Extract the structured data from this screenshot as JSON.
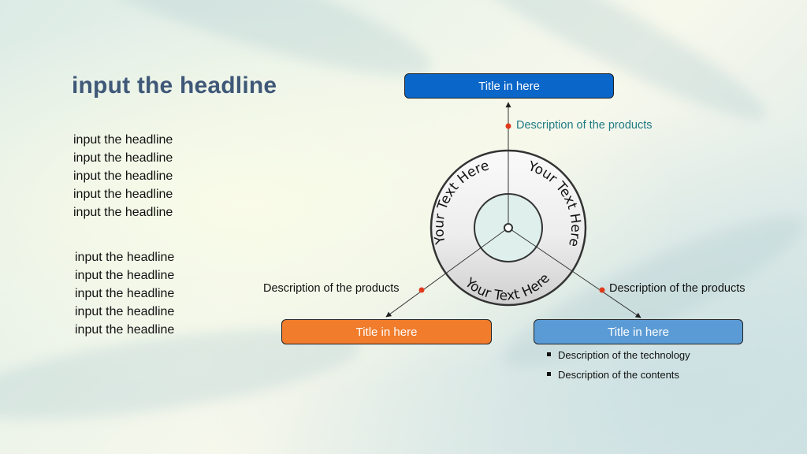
{
  "headline": "input the headline",
  "left_block_1": [
    "input the headline",
    "input the headline",
    "input the headline",
    "input the headline",
    "input the headline"
  ],
  "left_block_2": [
    "input the headline",
    "input the headline",
    "input the headline",
    "input the headline",
    "input the headline"
  ],
  "diagram": {
    "ring_labels": [
      "Your Text Here",
      "Your Text Here",
      "Your Text Here"
    ],
    "top": {
      "title": "Title in here",
      "description": "Description of the products",
      "color": "#0a66c8"
    },
    "left": {
      "title": "Title in here",
      "description": "Description of the products",
      "color": "#f07c2c"
    },
    "right": {
      "title": "Title in here",
      "description": "Description of the products",
      "color": "#5b9bd5",
      "bullets": [
        "Description of the technology",
        "Description of the contents"
      ]
    },
    "accent_dot_color": "#e03a1c",
    "top_description_color": "#1f7a84"
  }
}
